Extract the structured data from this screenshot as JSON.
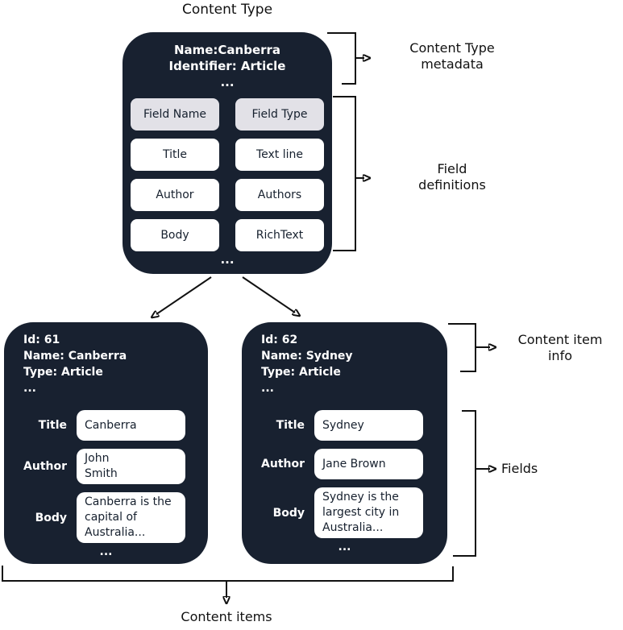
{
  "colors": {
    "box_bg": "#182130",
    "header_cell_bg": "#e2e1e7",
    "cell_bg": "#ffffff",
    "line_color": "#111111"
  },
  "content_type": {
    "title": "Content Type",
    "name_line": "Name:Canberra",
    "identifier_line": "Identifier: Article",
    "ellipsis_meta": "...",
    "ellipsis_bottom": "...",
    "table": {
      "headers": [
        "Field Name",
        "Field Type"
      ],
      "rows": [
        [
          "Title",
          "Text line"
        ],
        [
          "Author",
          "Authors"
        ],
        [
          "Body",
          "RichText"
        ]
      ]
    }
  },
  "items": [
    {
      "info": "Id: 61\nName: Canberra\nType: Article\n...",
      "fields": [
        {
          "label": "Title",
          "value": "Canberra"
        },
        {
          "label": "Author",
          "value": "John\nSmith"
        },
        {
          "label": "Body",
          "value": "Canberra is the capital of Australia..."
        }
      ],
      "ellipsis_bottom": "..."
    },
    {
      "info": "Id: 62\nName: Sydney\nType: Article\n...",
      "fields": [
        {
          "label": "Title",
          "value": "Sydney"
        },
        {
          "label": "Author",
          "value": "Jane Brown"
        },
        {
          "label": "Body",
          "value": "Sydney is the largest city in Australia..."
        }
      ],
      "ellipsis_bottom": "..."
    }
  ],
  "annotations": {
    "metadata_label": "Content Type metadata",
    "field_definitions_label": "Field definitions",
    "content_item_info_label": "Content item info",
    "fields_label": "Fields",
    "content_items_label": "Content items"
  }
}
